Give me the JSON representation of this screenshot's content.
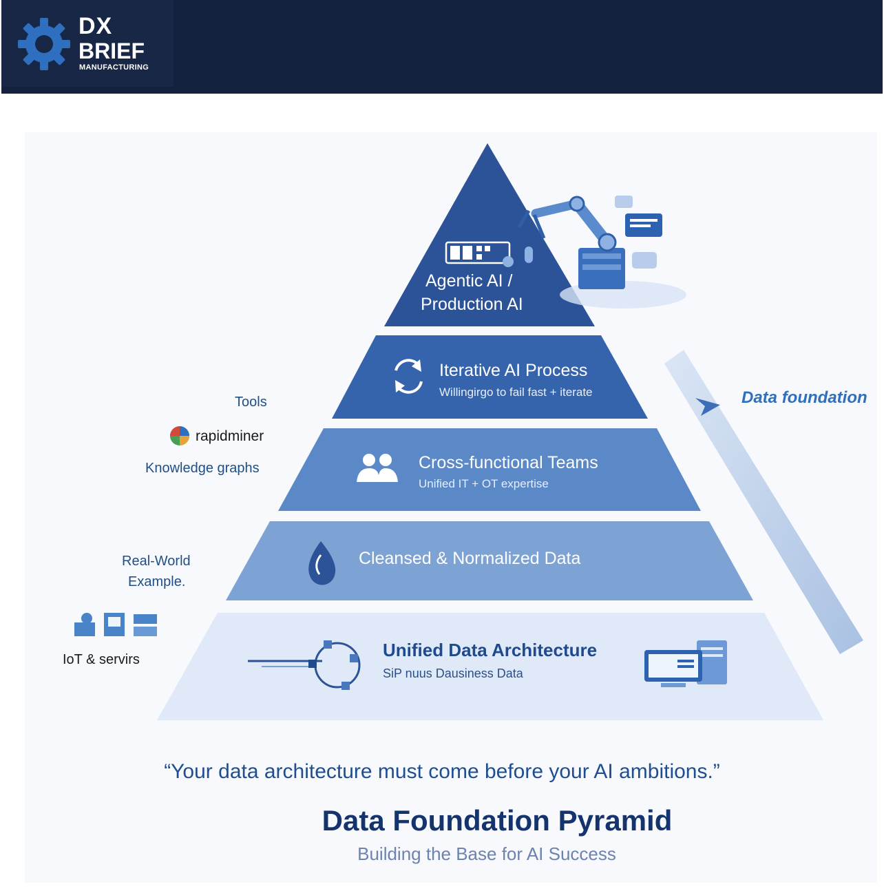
{
  "header": {
    "logo_line1": "DX",
    "logo_line2": "BRIEF",
    "logo_line3": "MANUFACTURING",
    "background_color": "#14213f"
  },
  "pyramid": {
    "tiers": [
      {
        "title_line1": "Agentic AI /",
        "title_line2": "Production AI",
        "color": "#2c5297",
        "icon": "dashboard-icon"
      },
      {
        "title": "Iterative AI Process",
        "subtitle": "Willingirgo to fail fast + iterate",
        "color": "#3564ad",
        "icon": "refresh-cycle-icon"
      },
      {
        "title": "Cross-functional Teams",
        "subtitle": "Unified IT + OT expertise",
        "color": "#5b88c7",
        "icon": "team-icon"
      },
      {
        "title": "Cleansed & Normalized Data",
        "color": "#7da2d4",
        "icon": "water-drop-icon"
      },
      {
        "title": "Unified Data Architecture",
        "subtitle": "SiP nuus Dausiness Data",
        "color": "#dfe9f7",
        "icon": "network-flow-icon"
      }
    ],
    "illustration": "robot-arm-icon"
  },
  "side_labels": {
    "tools": "Tools",
    "rapidminer": "rapidminer",
    "knowledge_graphs": "Knowledge graphs",
    "real_world_line1": "Real-World",
    "real_world_line2": "Example.",
    "iot": "IoT & servirs",
    "data_foundation": "Data foundation"
  },
  "quote": "“Your data architecture must come before your AI ambitions.”",
  "title": "Data Foundation Pyramid",
  "subtitle": "Building the Base for AI Success"
}
